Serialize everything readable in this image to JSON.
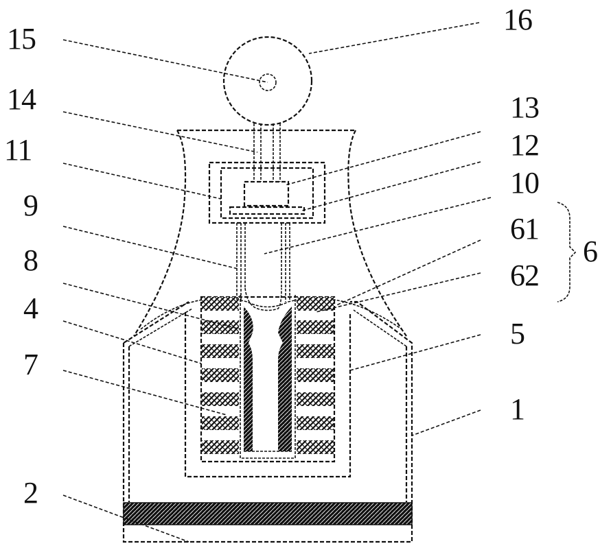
{
  "figure": {
    "labels": {
      "l15": "15",
      "l14": "14",
      "l11": "11",
      "l9": "9",
      "l8": "8",
      "l4": "4",
      "l7": "7",
      "l2": "2",
      "l16": "16",
      "l13": "13",
      "l12": "12",
      "l10": "10",
      "l61": "61",
      "l62": "62",
      "l6": "6",
      "l5": "5",
      "l1": "1"
    },
    "colors": {
      "ink": "#111111",
      "background": "#ffffff",
      "hatch": "#222222"
    }
  }
}
